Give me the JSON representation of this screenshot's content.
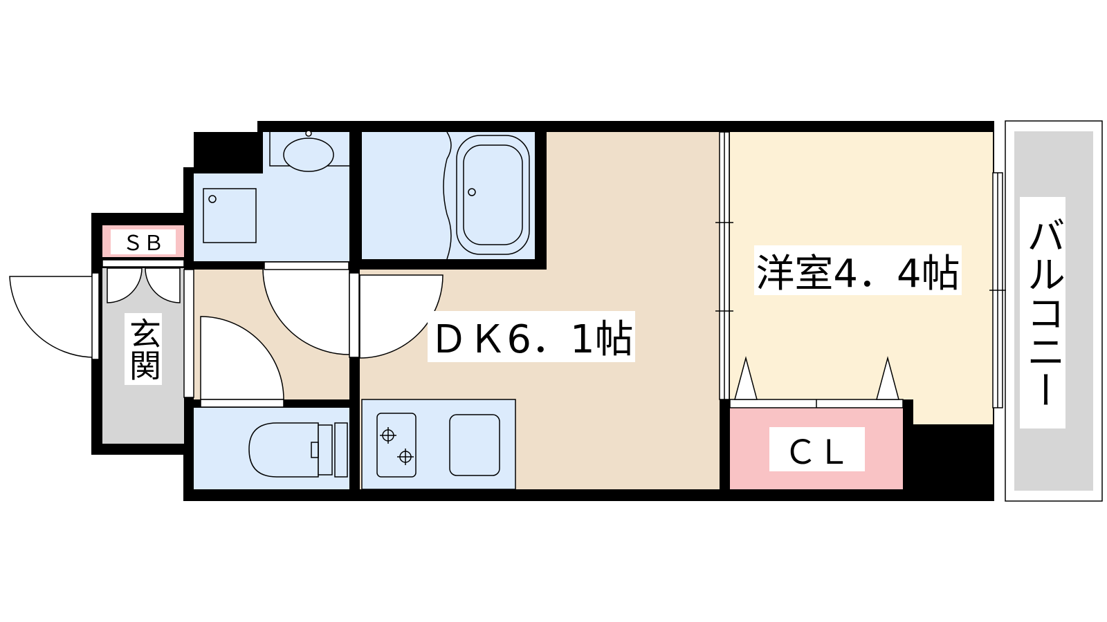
{
  "rooms": {
    "dk": {
      "label": "ＤＫ6．1帖"
    },
    "western": {
      "label": "洋室4．4帖"
    },
    "closet": {
      "label": "ＣＬ"
    },
    "shoe_box": {
      "label": "ＳＢ"
    },
    "entrance": {
      "label": "玄関"
    },
    "balcony": {
      "label": "バルコニー"
    }
  },
  "colors": {
    "wall": "#000000",
    "wet_area": "#dcebfc",
    "dk_floor": "#efdfca",
    "western_floor": "#fdf1d6",
    "storage": "#f9c3c5",
    "entrance_floor": "#d6d6d6",
    "balcony_floor": "#d6d6d6"
  }
}
